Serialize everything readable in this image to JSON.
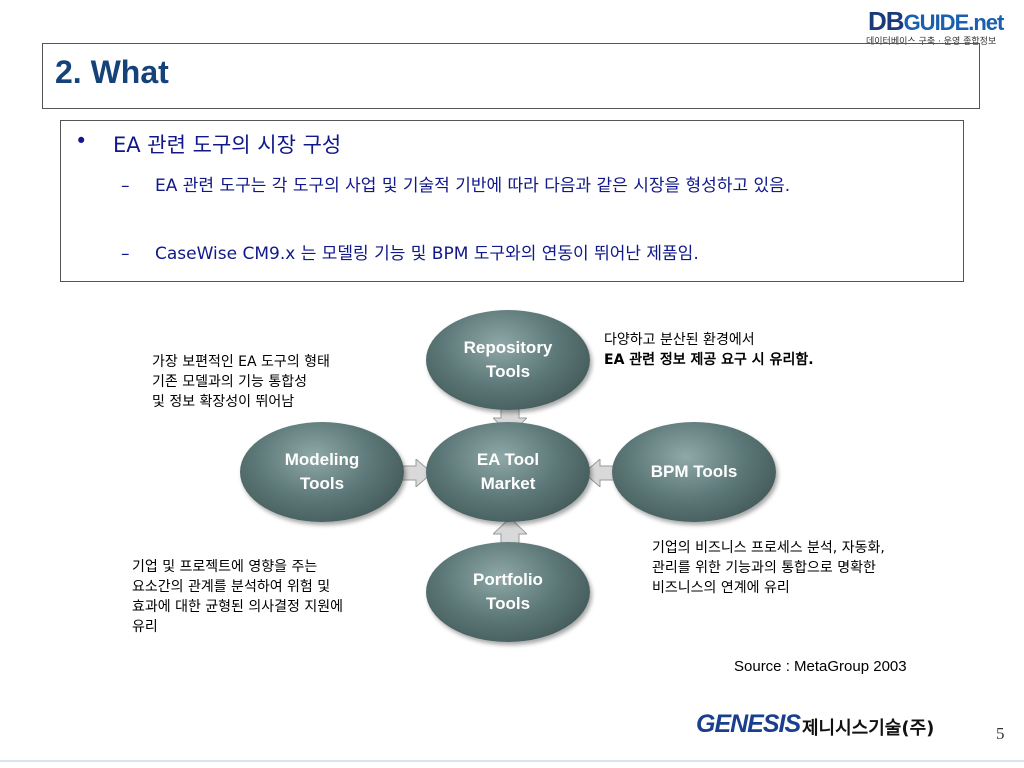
{
  "logo": {
    "db": "DB",
    "guide": "GUIDE.net",
    "subtitle": "데이터베이스 구축 · 운영 종합정보"
  },
  "title": "2. What",
  "content": {
    "bullet": "EA 관련 도구의 시장 구성",
    "items": [
      "EA 관련 도구는 각 도구의 사업 및 기술적 기반에 따라 다음과 같은 시장을 형성하고 있음.",
      "CaseWise CM9.x 는 모델링 기능 및 BPM 도구와의 연동이 뛰어난 제품임."
    ]
  },
  "diagram": {
    "center": [
      "EA Tool",
      "Market"
    ],
    "top": [
      "Repository",
      "Tools"
    ],
    "left": [
      "Modeling",
      "Tools"
    ],
    "right": [
      "BPM Tools"
    ],
    "bottom": [
      "Portfolio",
      "Tools"
    ],
    "circle_color": "#5d7878"
  },
  "annotations": {
    "top_right": [
      "다양하고 분산된 환경에서",
      "EA 관련 정보 제공 요구 시 유리함."
    ],
    "top_left": [
      "가장 보편적인 EA 도구의 형태",
      "기존 모델과의 기능 통합성",
      "및 정보 확장성이 뛰어남"
    ],
    "bottom_right": [
      "기업의 비즈니스 프로세스 분석, 자동화,",
      "관리를 위한 기능과의 통합으로 명확한",
      "비즈니스의 연계에 유리"
    ],
    "bottom_left": [
      "기업 및 프로젝트에 영향을 주는",
      "요소간의 관계를 분석하여 위험 및",
      "효과에 대한 균형된 의사결정 지원에",
      "유리"
    ]
  },
  "source": "Source : MetaGroup 2003",
  "footer": {
    "brand": "GENESIS",
    "company": "제니시스기술(주)",
    "page": "5"
  }
}
